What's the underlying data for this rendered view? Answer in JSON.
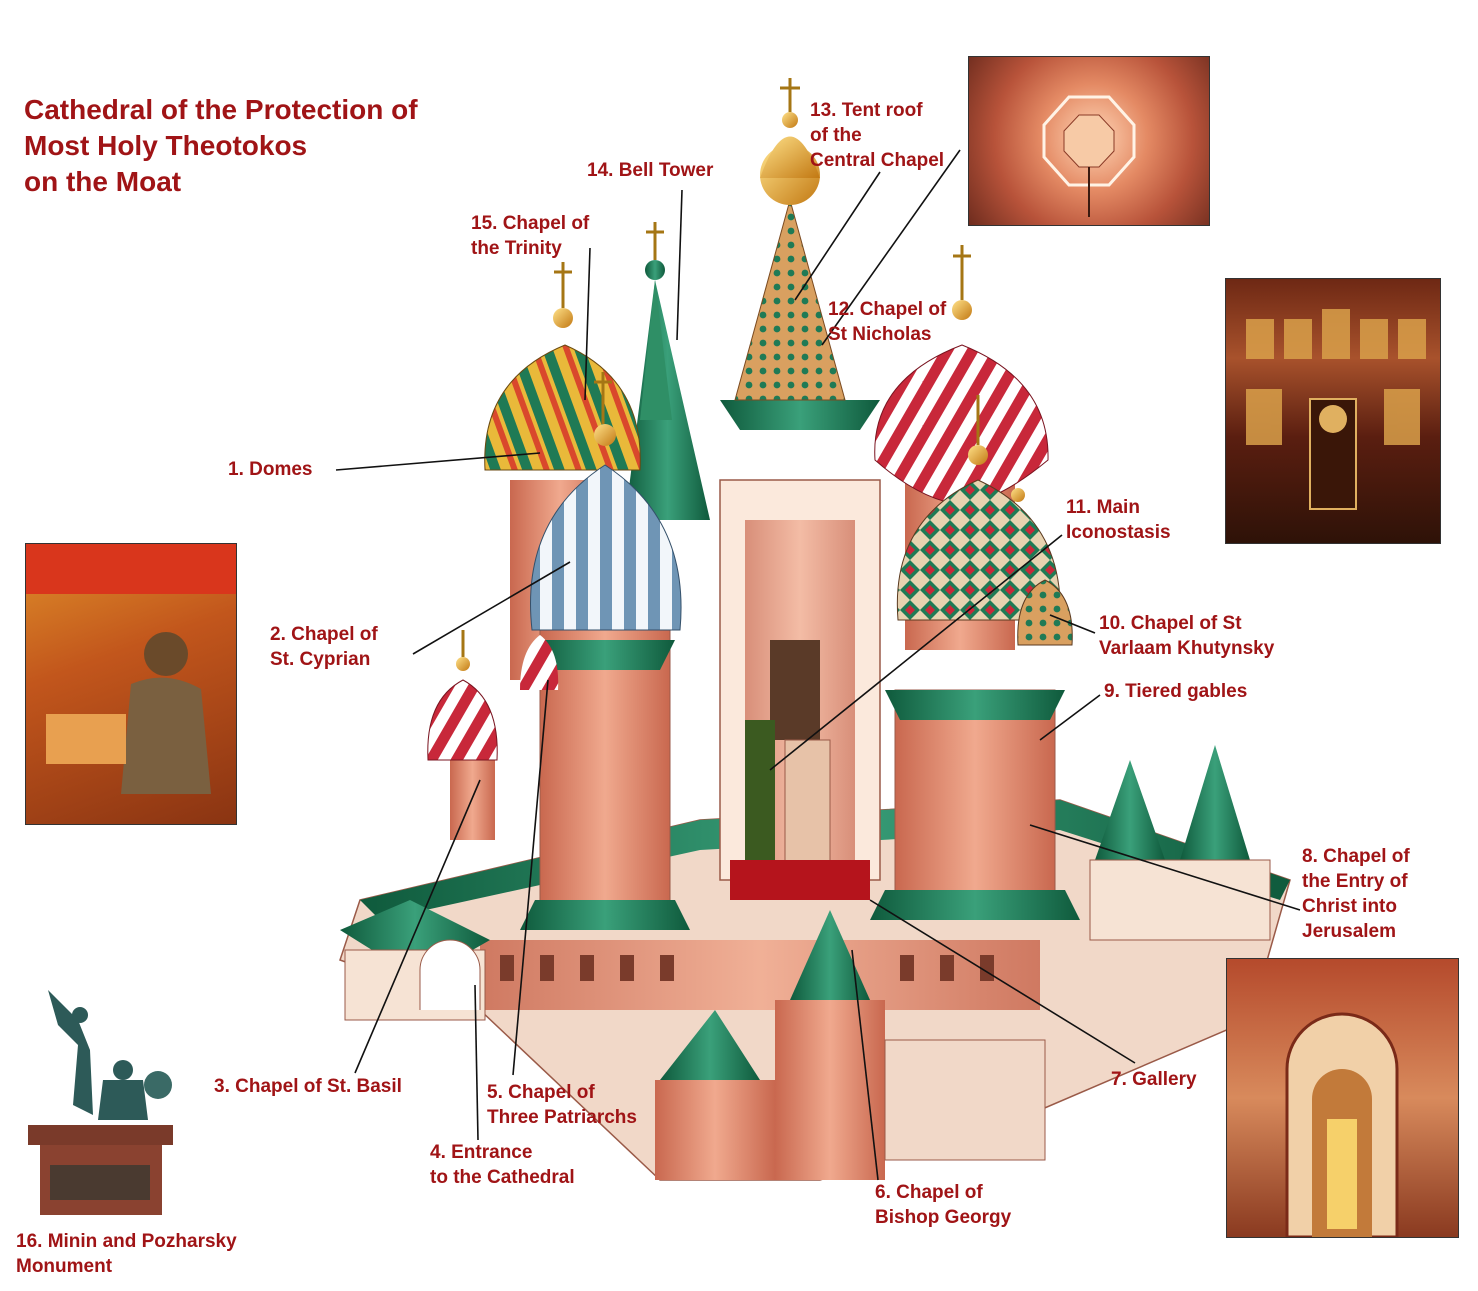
{
  "title": "Cathedral of the Protection of\nMost Holy Theotokos\non the Moat",
  "labels": {
    "l1": "1. Domes",
    "l2": "2. Chapel of\nSt. Cyprian",
    "l3": "3. Chapel of St. Basil",
    "l4": "4. Entrance\nto the Cathedral",
    "l5": "5. Chapel of\nThree Patriarchs",
    "l6": "6. Chapel of\nBishop Georgy",
    "l7": "7. Gallery",
    "l8": "8. Chapel of\nthe Entry of\nChrist into\nJerusalem",
    "l9": "9. Tiered gables",
    "l10": "10. Chapel of St\nVarlaam Khutynsky",
    "l11": "11. Main\nIconostasis",
    "l12": "12. Chapel of\nSt Nicholas",
    "l13": "13. Tent roof\nof the\nCentral Chapel",
    "l14": "14. Bell Tower",
    "l15": "15. Chapel of\nthe Trinity",
    "l16": "16. Minin and Pozharsky\nMonument"
  },
  "colors": {
    "label": "#a01416",
    "roof_green": "#1f7a55",
    "brick": "#d9826a",
    "gold": "#e0a42a"
  }
}
